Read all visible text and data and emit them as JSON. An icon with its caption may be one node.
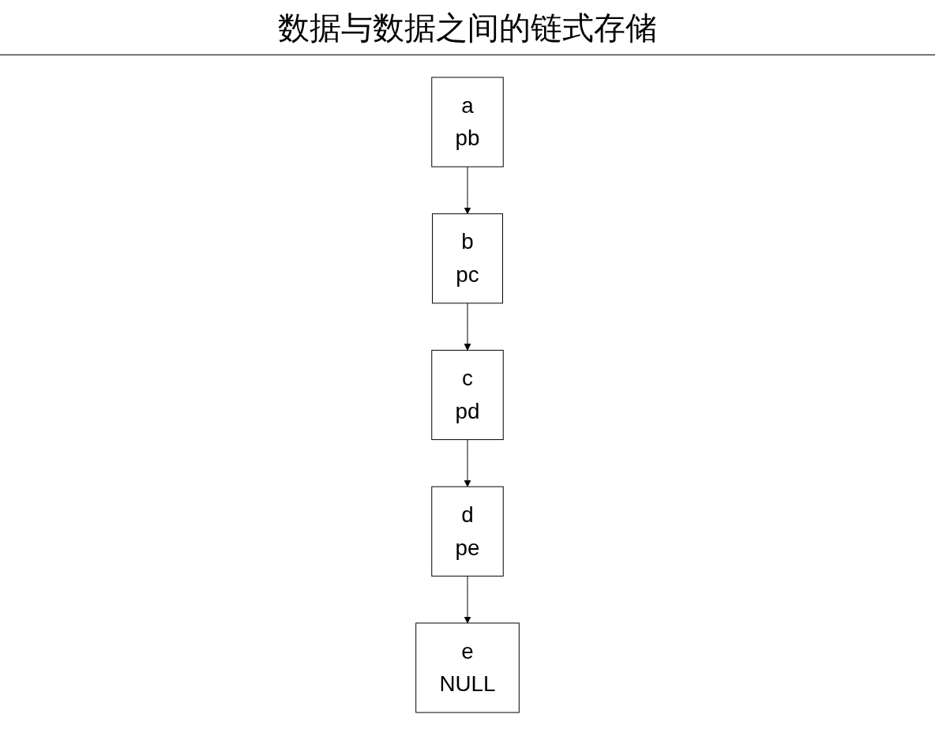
{
  "diagram": {
    "title": "数据与数据之间的链式存储",
    "nodes": [
      {
        "text": [
          "a",
          "pb"
        ]
      },
      {
        "text": [
          "b",
          "pc"
        ]
      },
      {
        "text": [
          "c",
          "pd"
        ]
      },
      {
        "text": [
          "d",
          "pe"
        ]
      },
      {
        "text": [
          "e",
          "NULL"
        ]
      }
    ],
    "edges": [
      {
        "from": 0,
        "to": 1,
        "arrow": "to"
      },
      {
        "from": 1,
        "to": 2,
        "arrow": "to"
      },
      {
        "from": 2,
        "to": 3,
        "arrow": "to"
      },
      {
        "from": 3,
        "to": 4,
        "arrow": "to"
      }
    ]
  }
}
